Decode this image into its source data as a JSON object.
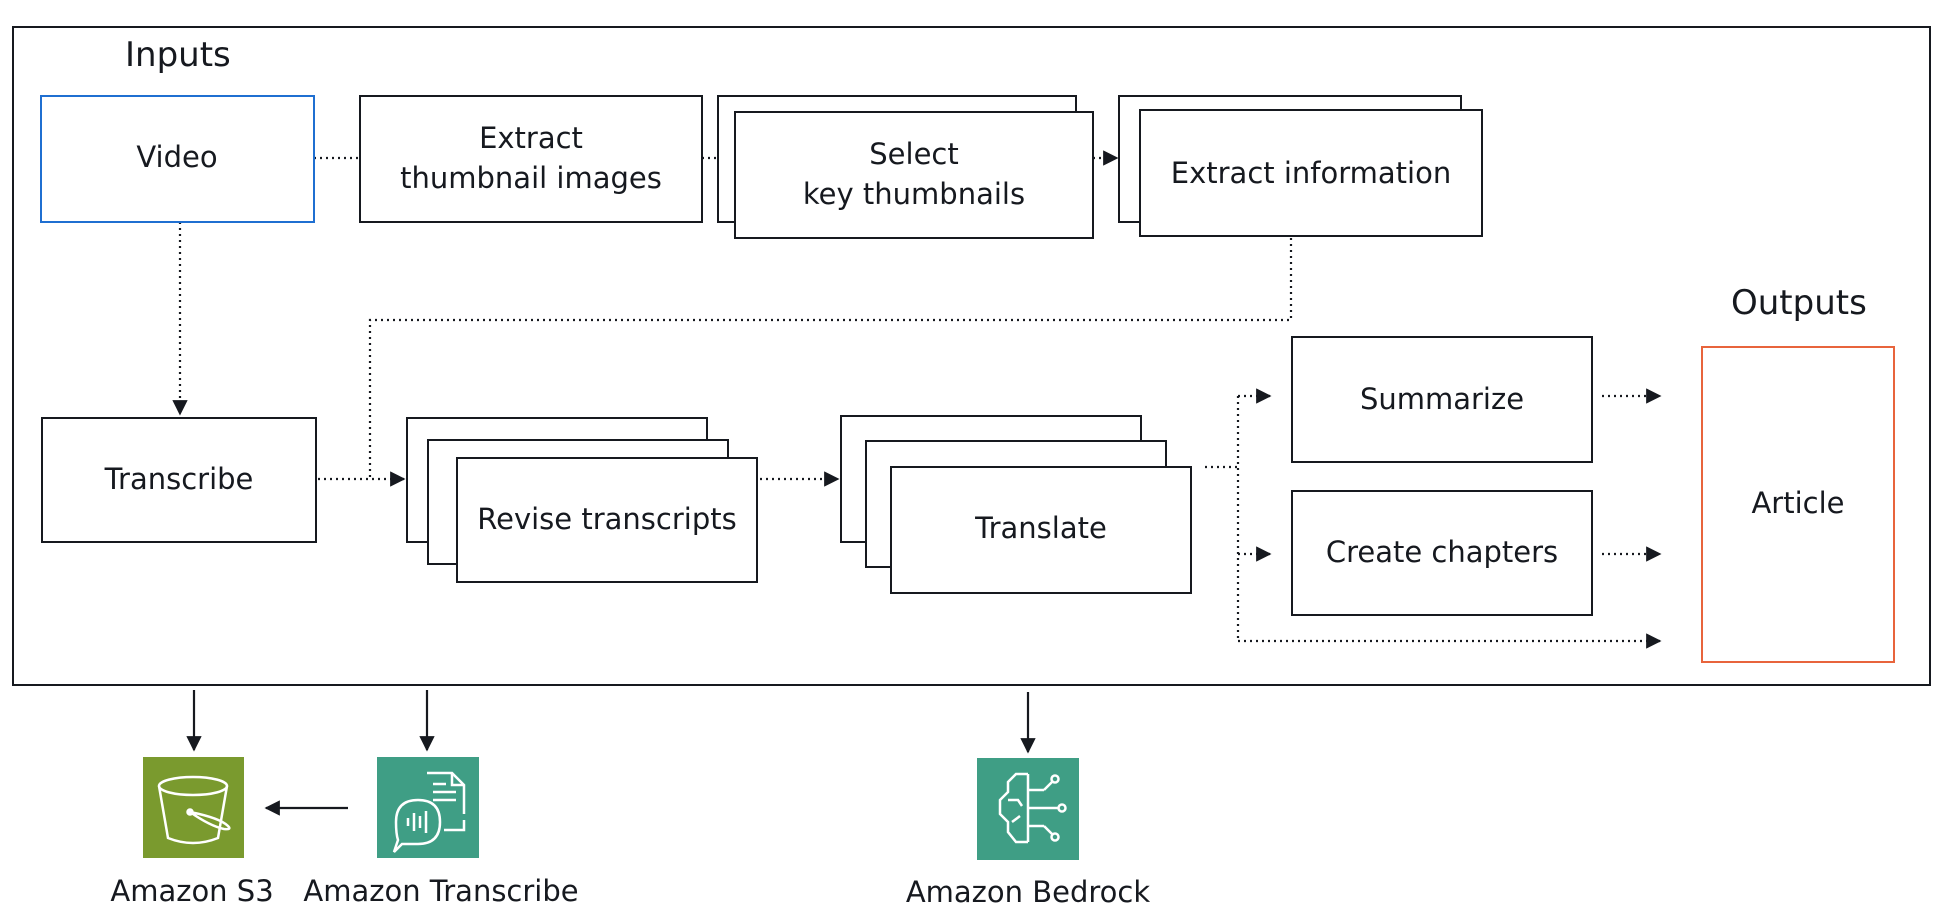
{
  "section_labels": {
    "inputs": "Inputs",
    "outputs": "Outputs"
  },
  "steps": {
    "video": "Video",
    "extract_thumbnails_line1": "Extract",
    "extract_thumbnails_line2": "thumbnail images",
    "select_thumbnails_line1": "Select",
    "select_thumbnails_line2": "key thumbnails",
    "extract_information": "Extract information",
    "transcribe": "Transcribe",
    "revise_transcripts": "Revise transcripts",
    "translate": "Translate",
    "summarize": "Summarize",
    "create_chapters": "Create chapters",
    "article": "Article"
  },
  "services": {
    "s3": "Amazon S3",
    "transcribe": "Amazon Transcribe",
    "bedrock": "Amazon Bedrock"
  },
  "colors": {
    "video_border": "#1f6fd1",
    "article_border": "#e8643c",
    "s3_icon_bg": "#7a9a2e",
    "transcribe_icon_bg": "#3f9e85",
    "bedrock_icon_bg": "#3f9e85",
    "line": "#16191f"
  },
  "icons": {
    "s3": "bucket-icon",
    "transcribe": "speech-document-icon",
    "bedrock": "brain-circuit-icon"
  }
}
